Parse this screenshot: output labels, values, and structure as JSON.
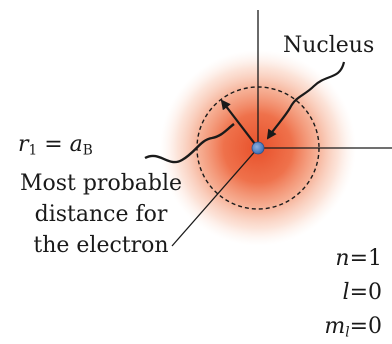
{
  "labels": {
    "nucleus": "Nucleus",
    "radius_symbol": "r",
    "radius_subscript": "1",
    "equals": " = ",
    "bohr_symbol": "a",
    "bohr_subscript": "B",
    "probable_distance_lines": [
      "Most probable",
      "distance for",
      "the electron"
    ]
  },
  "quantum_numbers": [
    {
      "symbol": "n",
      "subscript": "",
      "value": "1"
    },
    {
      "symbol": "l",
      "subscript": "",
      "value": "0"
    },
    {
      "symbol": "m",
      "subscript": "l",
      "value": "0"
    }
  ],
  "colors": {
    "cloud_core": "#e8502a",
    "cloud_edge": "#fbe3d8",
    "nucleus_fill": "#3d6fb6",
    "line": "#1a1a1a"
  }
}
